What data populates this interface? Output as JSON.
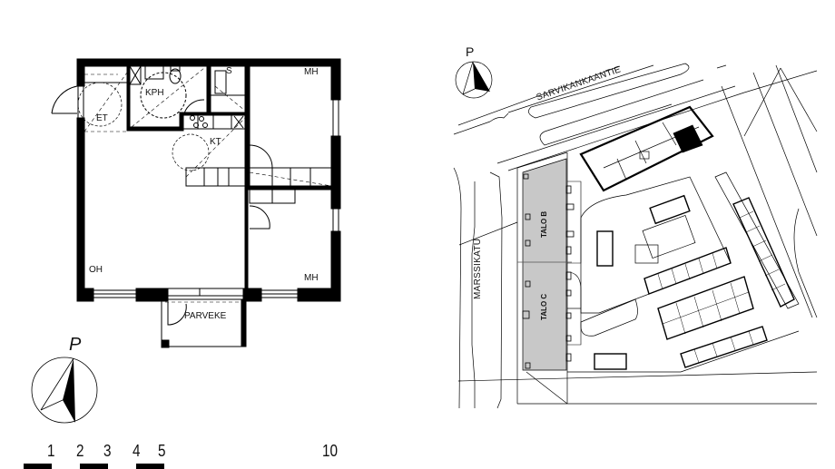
{
  "floor_plan": {
    "rooms": {
      "entrance": "ET",
      "bathroom": "KPH",
      "storage": "S",
      "kitchen": "KT",
      "bedroom_top": "MH",
      "living_room": "OH",
      "bedroom_bottom": "MH",
      "balcony": "PARVEKE"
    },
    "north_arrow_label": "P"
  },
  "scale_bar": {
    "ticks": [
      "1",
      "2",
      "3",
      "4",
      "5",
      "10"
    ]
  },
  "site_plan": {
    "north_arrow_label": "P",
    "streets": {
      "top": "SARVIKANKAANTIE",
      "left": "MARSSIKATU"
    },
    "buildings": {
      "b": "TALO B",
      "c": "TALO C"
    },
    "colors": {
      "highlight_building": "#c8c8c8",
      "selected_unit": "#000000"
    }
  }
}
